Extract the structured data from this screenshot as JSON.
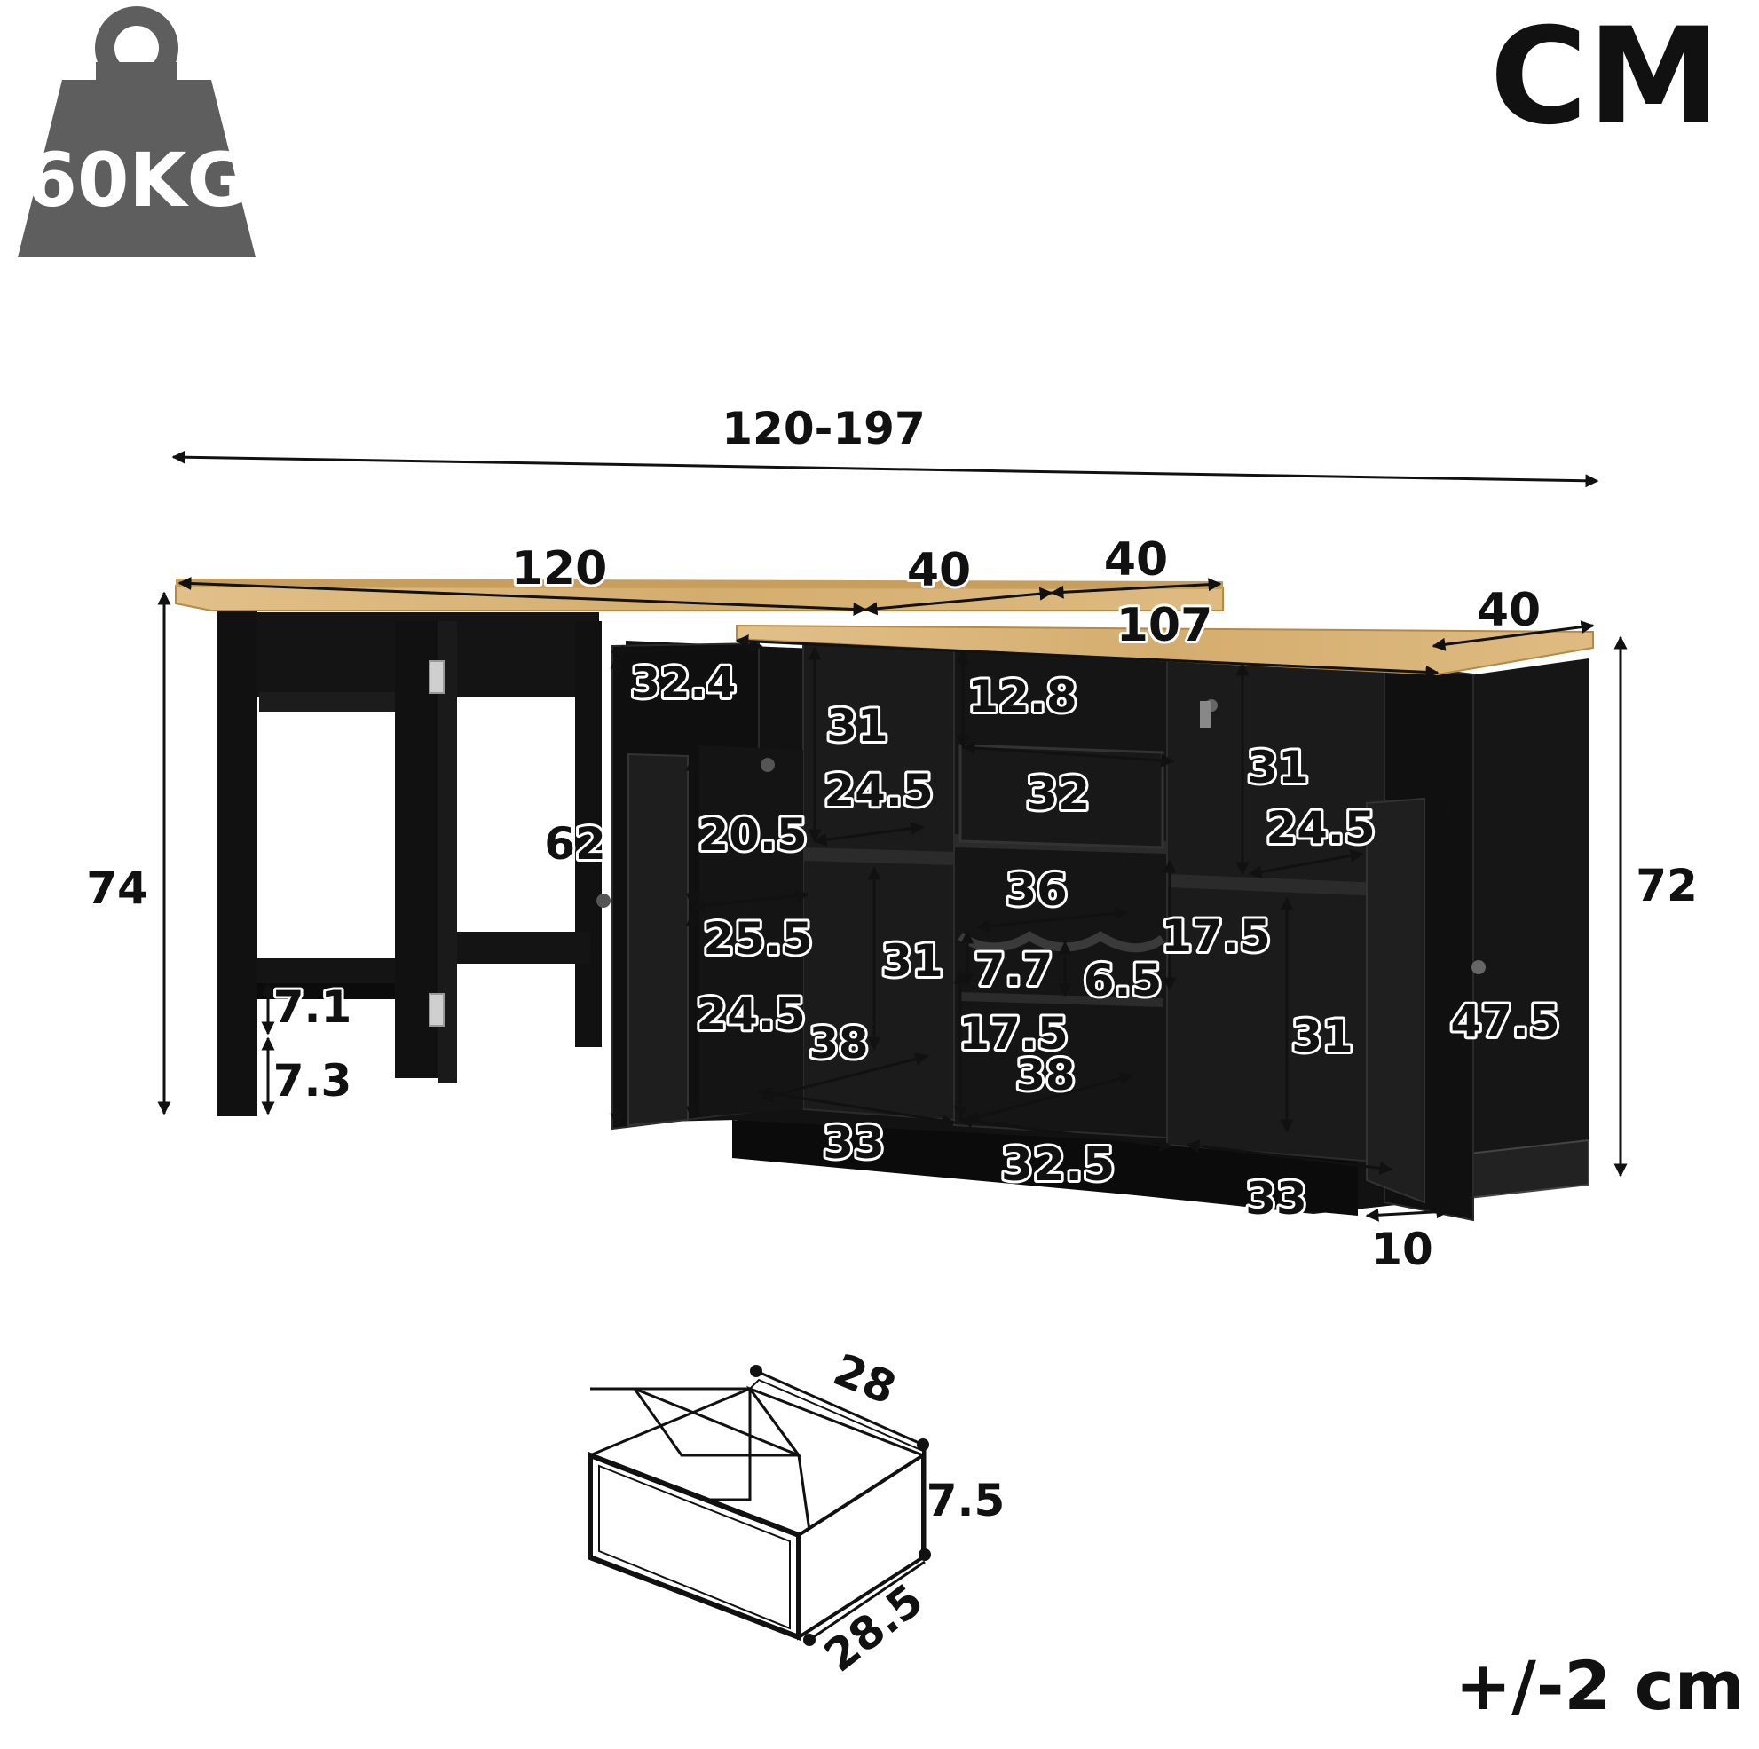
{
  "weight_badge": {
    "label": "60KG",
    "icon": "weight-icon"
  },
  "unit": "CM",
  "tolerance": "+/-2 cm",
  "dimensions": {
    "overall_length": "120-197",
    "desk_top_length": "120",
    "extension_a": "40",
    "extension_b": "40",
    "cabinet_length": "107",
    "cabinet_depth": "40",
    "desk_height": "74",
    "cabinet_height": "72",
    "leg_bar_height": "7.1",
    "leg_foot_height": "7.3",
    "door_height": "62",
    "door_upper_shelf_height": "32.4",
    "door_rack_a": "20.5",
    "door_rack_b": "25.5",
    "door_rack_c": "24.5",
    "left_upper_height": "31",
    "left_upper_depth": "24.5",
    "left_lower_height": "31",
    "left_lower_depth": "38",
    "left_bottom_width": "33",
    "drawer_opening_height": "12.8",
    "drawer_opening_width": "32",
    "drawer_front": "32",
    "wine_rack_width": "36",
    "wine_rack_slot_a": "7.7",
    "wine_rack_slot_b": "6.5",
    "wine_section_height": "17.5",
    "middle_lower_height": "17.5",
    "middle_lower_depth": "38",
    "middle_bottom_width": "32.5",
    "right_upper_height": "31",
    "right_upper_depth": "24.5",
    "right_lower_height": "31",
    "right_bottom_width": "33",
    "right_door_height": "47.5",
    "right_door_rack_depth": "10"
  },
  "drawer": {
    "width": "28",
    "height": "7.5",
    "depth": "28.5"
  },
  "colors": {
    "wood": "#d9b476",
    "wood_edge": "#b58a45",
    "cabinet": "#1a1a1a",
    "cabinet_dark": "#0d0d0d",
    "badge": "#5e5e5e"
  }
}
